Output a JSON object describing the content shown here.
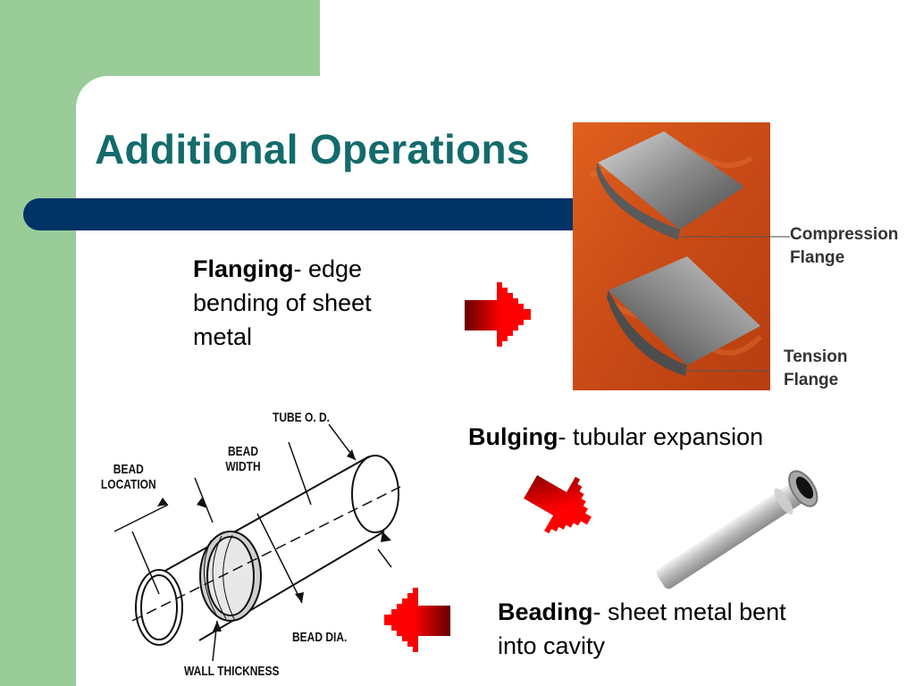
{
  "slide": {
    "title": "Additional Operations",
    "colors": {
      "accent_green": "#99cc99",
      "title_teal": "#136b6b",
      "bar_navy": "#003366",
      "arrow_red": "#ff0000"
    }
  },
  "flanging": {
    "term": "Flanging",
    "desc": "- edge bending of sheet metal"
  },
  "bulging": {
    "term": "Bulging",
    "desc": "- tubular expansion"
  },
  "beading": {
    "term": "Beading",
    "desc": "- sheet metal bent into cavity"
  },
  "flange_figure": {
    "compression_label": "Compression Flange",
    "tension_label": "Tension Flange"
  },
  "bead_diagram": {
    "tube_od": "TUBE O. D.",
    "bead_width": "BEAD WIDTH",
    "bead_location": "BEAD LOCATION",
    "bead_dia": "BEAD DIA.",
    "wall_thickness": "WALL THICKNESS"
  },
  "icons": [
    "right-arrow-icon",
    "diagonal-arrow-icon",
    "left-arrow-icon"
  ]
}
